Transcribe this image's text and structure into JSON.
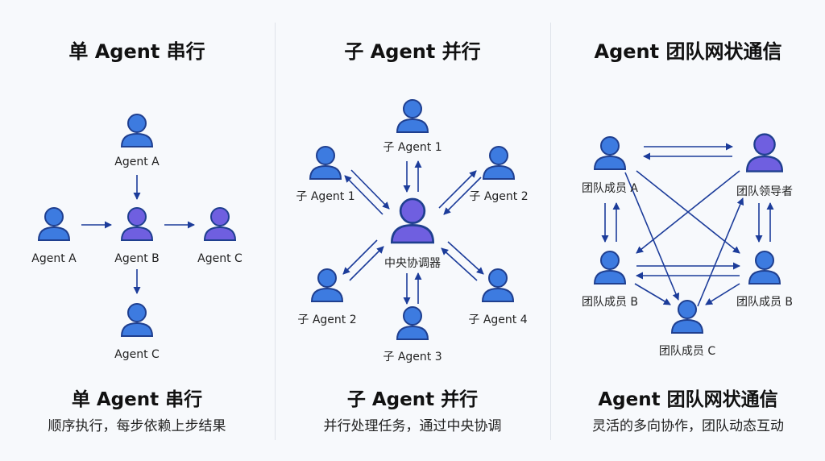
{
  "panels": [
    {
      "title": "单 Agent 串行",
      "subtitle": "单 Agent 串行",
      "description": "顺序执行，每步依赖上步结果",
      "nodes": [
        "Agent A",
        "Agent A",
        "Agent B",
        "Agent C",
        "Agent C"
      ]
    },
    {
      "title": "子 Agent 并行",
      "subtitle": "子 Agent 并行",
      "description": "并行处理任务，通过中央协调",
      "nodes": [
        "子 Agent 1",
        "子 Agent 1",
        "子 Agent 2",
        "中央协调器",
        "子 Agent 2",
        "子 Agent 4",
        "子 Agent 3"
      ]
    },
    {
      "title": "Agent 团队网状通信",
      "subtitle": "Agent 团队网状通信",
      "description": "灵活的多向协作，团队动态互动",
      "nodes": [
        "团队成员 A",
        "团队领导者",
        "团队成员 B",
        "团队成员 B",
        "团队成员 C"
      ]
    }
  ],
  "colors": {
    "person_fill": "#3d7be0",
    "person_stroke": "#1f3f8f",
    "highlight_fill": "#6f5fe0",
    "arrow": "#1c3c9a"
  }
}
